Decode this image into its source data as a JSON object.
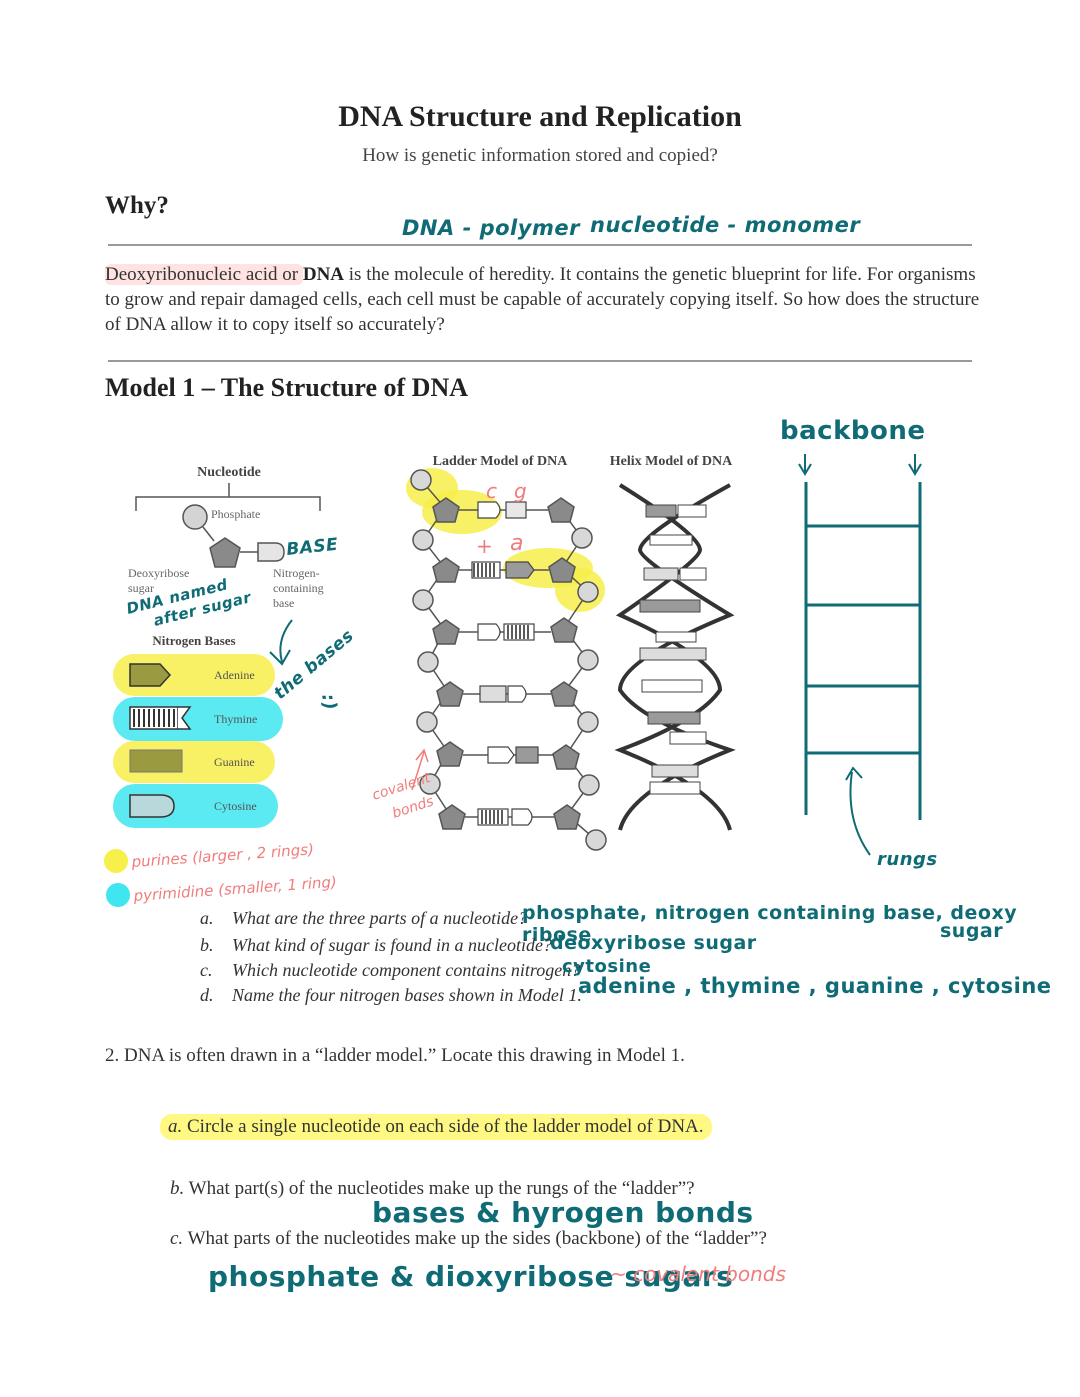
{
  "header": {
    "title": "DNA Structure and Replication",
    "subtitle": "How is genetic information stored and copied?"
  },
  "why": {
    "heading": "Why?",
    "note_polymer": "DNA - polymer",
    "note_monomer": "nucleotide - monomer",
    "paragraph_start": "Deoxyribonucleic acid or ",
    "paragraph_bold": "DNA",
    "paragraph_rest": " is the molecule of heredity. It contains the genetic blueprint for life. For organisms to grow and repair damaged cells, each cell must be capable of accurately copying itself. So how  does the structure of DNA allow it to copy itself so accurately?"
  },
  "model": {
    "heading": "Model 1 – The Structure of DNA",
    "nucleotide_label": "Nucleotide",
    "phosphate_label": "Phosphate",
    "sugar_label_1": "Deoxyribose",
    "sugar_label_2": "sugar",
    "base_label_1": "Nitrogen-",
    "base_label_2": "containing",
    "base_label_3": "base",
    "nitrogen_bases_label": "Nitrogen Bases",
    "bases": [
      "Adenine",
      "Thymine",
      "Guanine",
      "Cytosine"
    ],
    "ladder_label": "Ladder Model of DNA",
    "helix_label": "Helix Model of DNA",
    "note_base": "BASE",
    "note_dna_named_1": "DNA named",
    "note_dna_named_2": "after sugar",
    "note_the_bases": "the bases",
    "note_smile": ":)",
    "note_cg_c": "c",
    "note_cg_g": "g",
    "note_ta_t": "+",
    "note_ta_a": "a",
    "note_covalent_1": "covalent",
    "note_covalent_2": "bonds",
    "note_backbone": "backbone",
    "note_rungs": "rungs",
    "legend_purines": "purines (larger , 2 rings)",
    "legend_pyrimidine": "pyrimidine (smaller, 1 ring)",
    "colors": {
      "yellow": "#f7ef4a",
      "cyan": "#3fe6f0",
      "teal": "#0f6b75",
      "pink": "#f07d7d"
    }
  },
  "q1": {
    "a_num": "a.",
    "a_text": "What are the three parts of a nucleotide?",
    "a_answer": "phosphate, nitrogen containing base, deoxy ribose",
    "a_answer_2": "sugar",
    "b_num": "b.",
    "b_text": "What kind of sugar is found in a nucleotide?",
    "b_answer": "deoxyribose sugar",
    "c_num": "c.",
    "c_text": "Which nucleotide component contains nitrogen?",
    "c_answer": "cytosine",
    "d_num": "d.",
    "d_text": "Name the four nitrogen bases shown in Model 1.",
    "d_answer": "adenine , thymine , guanine , cytosine"
  },
  "q2": {
    "intro": "2. DNA is often drawn in a “ladder model.” Locate this drawing in Model 1.",
    "a_num": "a.",
    "a_text": "Circle a single nucleotide on each side of the ladder model of DNA.",
    "b_num": "b.",
    "b_text": "What part(s) of the nucleotides make up the rungs of the “ladder”?",
    "b_answer": "bases & hyrogen bonds",
    "c_num": "c.",
    "c_text": "What parts of the nucleotides make up the sides (backbone) of the “ladder”?",
    "c_answer": "phosphate & dioxyribose sugars",
    "c_note": "~ covalent bonds"
  }
}
